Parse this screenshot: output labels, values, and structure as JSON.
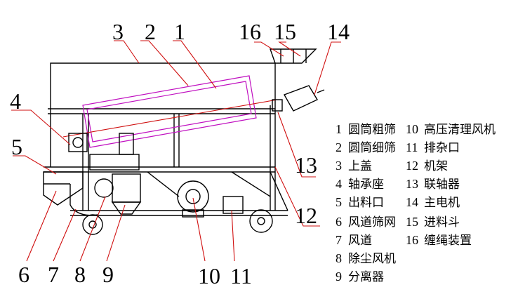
{
  "callouts": [
    {
      "n": "1"
    },
    {
      "n": "2"
    },
    {
      "n": "3"
    },
    {
      "n": "4"
    },
    {
      "n": "5"
    },
    {
      "n": "6"
    },
    {
      "n": "7"
    },
    {
      "n": "8"
    },
    {
      "n": "9"
    },
    {
      "n": "10"
    },
    {
      "n": "11"
    },
    {
      "n": "12"
    },
    {
      "n": "13"
    },
    {
      "n": "14"
    },
    {
      "n": "15"
    },
    {
      "n": "16"
    }
  ],
  "legend": [
    {
      "num": "1",
      "text": "圆筒粗筛"
    },
    {
      "num": "2",
      "text": "圆筒细筛"
    },
    {
      "num": "3",
      "text": "上盖"
    },
    {
      "num": "4",
      "text": "轴承座"
    },
    {
      "num": "5",
      "text": "出料口"
    },
    {
      "num": "6",
      "text": "风道筛网"
    },
    {
      "num": "7",
      "text": "风道"
    },
    {
      "num": "8",
      "text": "除尘风机"
    },
    {
      "num": "9",
      "text": "分离器"
    },
    {
      "num": "10",
      "text": "高压清理风机"
    },
    {
      "num": "11",
      "text": "排杂口"
    },
    {
      "num": "12",
      "text": "机架"
    },
    {
      "num": "13",
      "text": "联轴器"
    },
    {
      "num": "14",
      "text": "主电机"
    },
    {
      "num": "15",
      "text": "进料斗"
    },
    {
      "num": "16",
      "text": "缠绳装置"
    }
  ],
  "colors": {
    "line": "#000000",
    "leader": "#d01010",
    "screen": "#c010c0"
  }
}
